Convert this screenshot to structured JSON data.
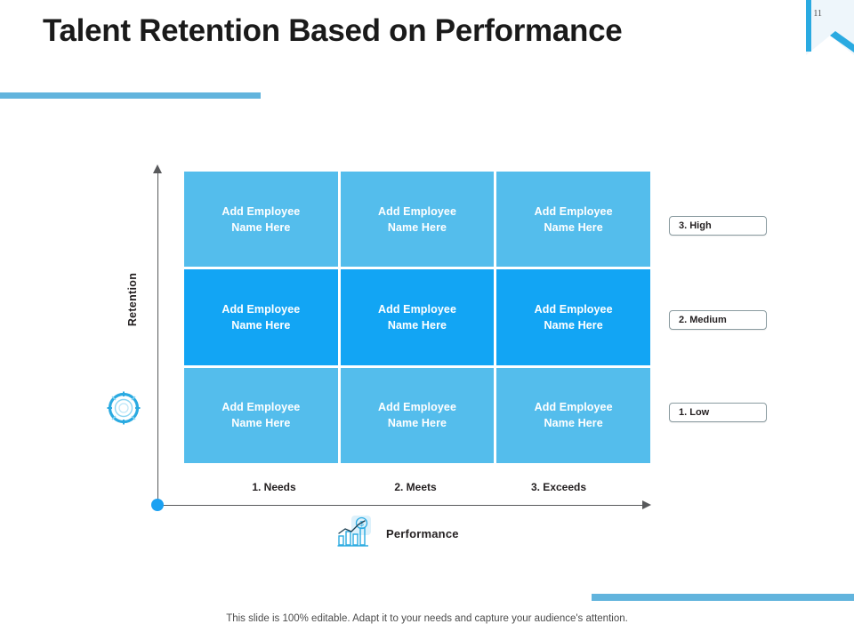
{
  "slide": {
    "title": "Talent Retention Based on Performance",
    "number": "11",
    "accent_color": "#62b4dd",
    "cell_light_color": "#54bdec",
    "cell_dark_color": "#12a5f4",
    "dot_color": "#1ba1f2"
  },
  "matrix": {
    "cell_text": "Add Employee\nName Here",
    "rows": [
      {
        "level": "3. High",
        "emphasis": "light",
        "cells": [
          "Add Employee Name Here",
          "Add Employee Name Here",
          "Add Employee Name Here"
        ]
      },
      {
        "level": "2. Medium",
        "emphasis": "dark",
        "cells": [
          "Add Employee Name Here",
          "Add Employee Name Here",
          "Add Employee Name Here"
        ]
      },
      {
        "level": "1. Low",
        "emphasis": "light",
        "cells": [
          "Add Employee Name Here",
          "Add Employee Name Here",
          "Add Employee Name Here"
        ]
      }
    ],
    "cells": {
      "r0c0_line1": "Add Employee",
      "r0c0_line2": "Name Here",
      "r0c1_line1": "Add Employee",
      "r0c1_line2": "Name Here",
      "r0c2_line1": "Add Employee",
      "r0c2_line2": "Name Here",
      "r1c0_line1": "Add Employee",
      "r1c0_line2": "Name Here",
      "r1c1_line1": "Add Employee",
      "r1c1_line2": "Name Here",
      "r1c2_line1": "Add Employee",
      "r1c2_line2": "Name Here",
      "r2c0_line1": "Add Employee",
      "r2c0_line2": "Name Here",
      "r2c1_line1": "Add Employee",
      "r2c1_line2": "Name Here",
      "r2c2_line1": "Add Employee",
      "r2c2_line2": "Name Here"
    }
  },
  "axes": {
    "y_title": "Retention",
    "x_title": "Performance",
    "y_levels": [
      "3. High",
      "2. Medium",
      "1. Low"
    ],
    "x_categories": [
      "1. Needs",
      "2. Meets",
      "3. Exceeds"
    ],
    "y_icon": "circular-target-icon",
    "x_icon": "bar-chart-growth-icon"
  },
  "footer": {
    "note": "This slide is 100% editable. Adapt it to your needs and capture your audience's attention."
  },
  "chart_data": {
    "type": "heatmap",
    "title": "Talent Retention Based on Performance",
    "xlabel": "Performance",
    "ylabel": "Retention",
    "x_categories": [
      "1. Needs",
      "2. Meets",
      "3. Exceeds"
    ],
    "y_categories": [
      "1. Low",
      "2. Medium",
      "3. High"
    ],
    "grid": true,
    "legend": "none",
    "cells": [
      {
        "x": "1. Needs",
        "y": "3. High",
        "label": "Add Employee Name Here",
        "color": "#54bdec"
      },
      {
        "x": "2. Meets",
        "y": "3. High",
        "label": "Add Employee Name Here",
        "color": "#54bdec"
      },
      {
        "x": "3. Exceeds",
        "y": "3. High",
        "label": "Add Employee Name Here",
        "color": "#54bdec"
      },
      {
        "x": "1. Needs",
        "y": "2. Medium",
        "label": "Add Employee Name Here",
        "color": "#12a5f4"
      },
      {
        "x": "2. Meets",
        "y": "2. Medium",
        "label": "Add Employee Name Here",
        "color": "#12a5f4"
      },
      {
        "x": "3. Exceeds",
        "y": "2. Medium",
        "label": "Add Employee Name Here",
        "color": "#12a5f4"
      },
      {
        "x": "1. Needs",
        "y": "1. Low",
        "label": "Add Employee Name Here",
        "color": "#54bdec"
      },
      {
        "x": "2. Meets",
        "y": "1. Low",
        "label": "Add Employee Name Here",
        "color": "#54bdec"
      },
      {
        "x": "3. Exceeds",
        "y": "1. Low",
        "label": "Add Employee Name Here",
        "color": "#54bdec"
      }
    ]
  }
}
